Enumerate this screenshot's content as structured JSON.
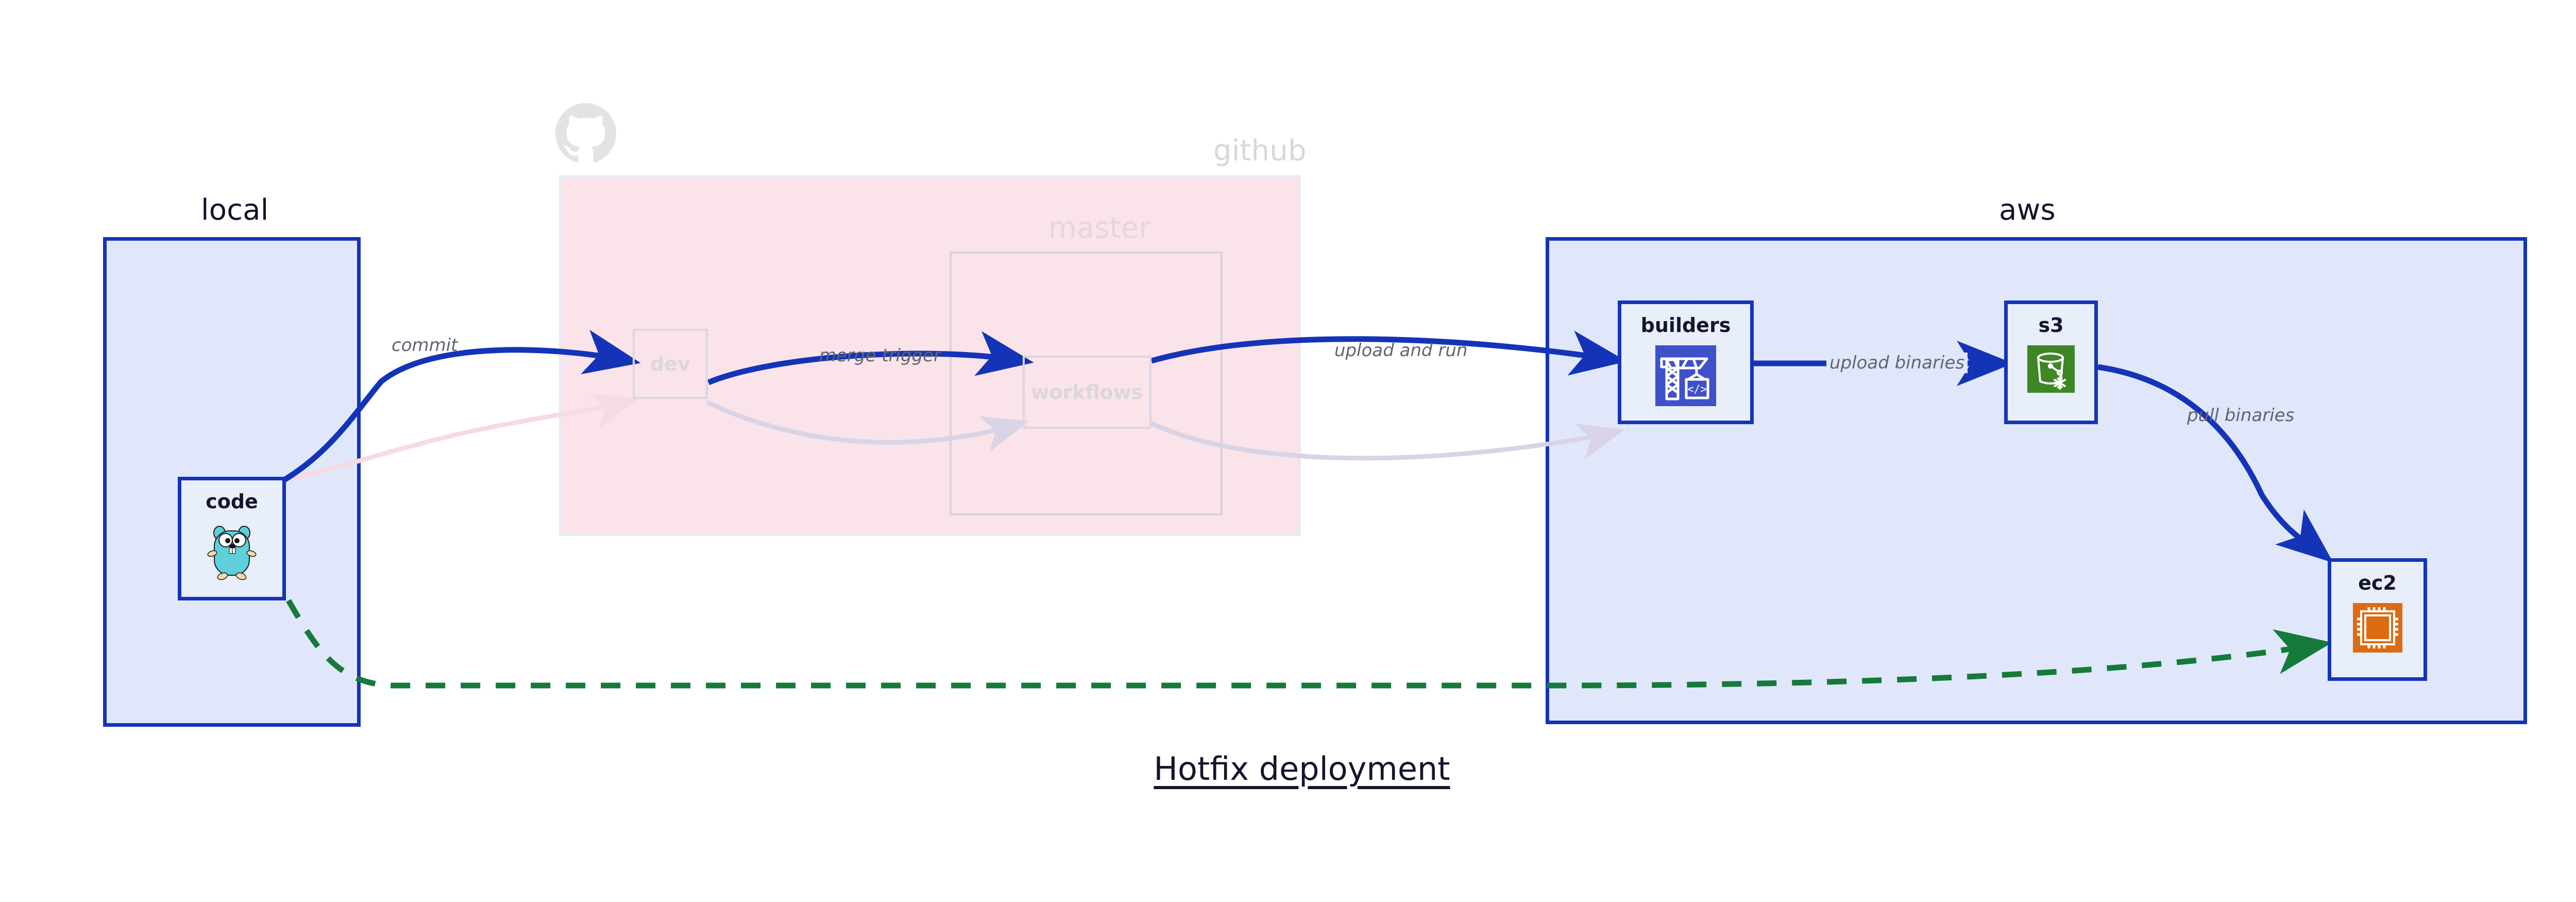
{
  "title": "Hotfix deployment",
  "colors": {
    "group_border_blue": "#1434B8",
    "group_fill_blue": "#E1E7FB",
    "github_fill_pink": "#FAE3E9",
    "node_fill": "#E9EEFB",
    "edge_blue": "#1434B8",
    "edge_dashed_green": "#157A3A",
    "edge_faded": "#D8D4E6",
    "label_gray": "#5F6573",
    "builders_icon_bg": "#3F51C8",
    "s3_icon_bg": "#3F8624",
    "ec2_icon_bg": "#DD6B11",
    "gopher_body": "#5FD0DA",
    "faded_text": "#DCD6DE"
  },
  "groups": [
    {
      "id": "local",
      "label": "local",
      "state": "active"
    },
    {
      "id": "github",
      "label": "github",
      "state": "dimmed"
    },
    {
      "id": "master",
      "label": "master",
      "state": "dimmed"
    },
    {
      "id": "aws",
      "label": "aws",
      "state": "active"
    }
  ],
  "nodes": [
    {
      "id": "code",
      "label": "code",
      "icon": "go-gopher-icon",
      "state": "active"
    },
    {
      "id": "dev",
      "label": "dev",
      "icon": "none",
      "state": "dimmed"
    },
    {
      "id": "workflows",
      "label": "workflows",
      "icon": "none",
      "state": "dimmed"
    },
    {
      "id": "builders",
      "label": "builders",
      "icon": "crane-code-icon",
      "state": "active"
    },
    {
      "id": "s3",
      "label": "s3",
      "icon": "bucket-snowflake-icon",
      "state": "active"
    },
    {
      "id": "ec2",
      "label": "ec2",
      "icon": "cpu-chip-icon",
      "state": "active"
    }
  ],
  "edges": [
    {
      "id": "commit",
      "from": "code",
      "to": "dev",
      "label": "commit",
      "style": "solid-blue"
    },
    {
      "id": "merge-trigger",
      "from": "dev",
      "to": "workflows",
      "label": "merge trigger",
      "style": "solid-blue"
    },
    {
      "id": "upload-and-run",
      "from": "workflows",
      "to": "builders",
      "label": "upload and run",
      "style": "solid-blue"
    },
    {
      "id": "upload-binaries",
      "from": "builders",
      "to": "s3",
      "label": "upload binaries",
      "style": "solid-blue"
    },
    {
      "id": "pull-binaries",
      "from": "s3",
      "to": "ec2",
      "label": "pull binaries",
      "style": "solid-blue"
    },
    {
      "id": "hotfix-direct",
      "from": "code",
      "to": "ec2",
      "label": "",
      "style": "dashed-green"
    },
    {
      "id": "faded-code-dev",
      "from": "code",
      "to": "dev",
      "label": "",
      "style": "faded-pink"
    },
    {
      "id": "faded-dev-workflows",
      "from": "dev",
      "to": "workflows",
      "label": "",
      "style": "faded"
    },
    {
      "id": "faded-workflows-builders",
      "from": "workflows",
      "to": "builders",
      "label": "",
      "style": "faded"
    }
  ],
  "icons": {
    "github_logo": "github-octocat-icon"
  }
}
